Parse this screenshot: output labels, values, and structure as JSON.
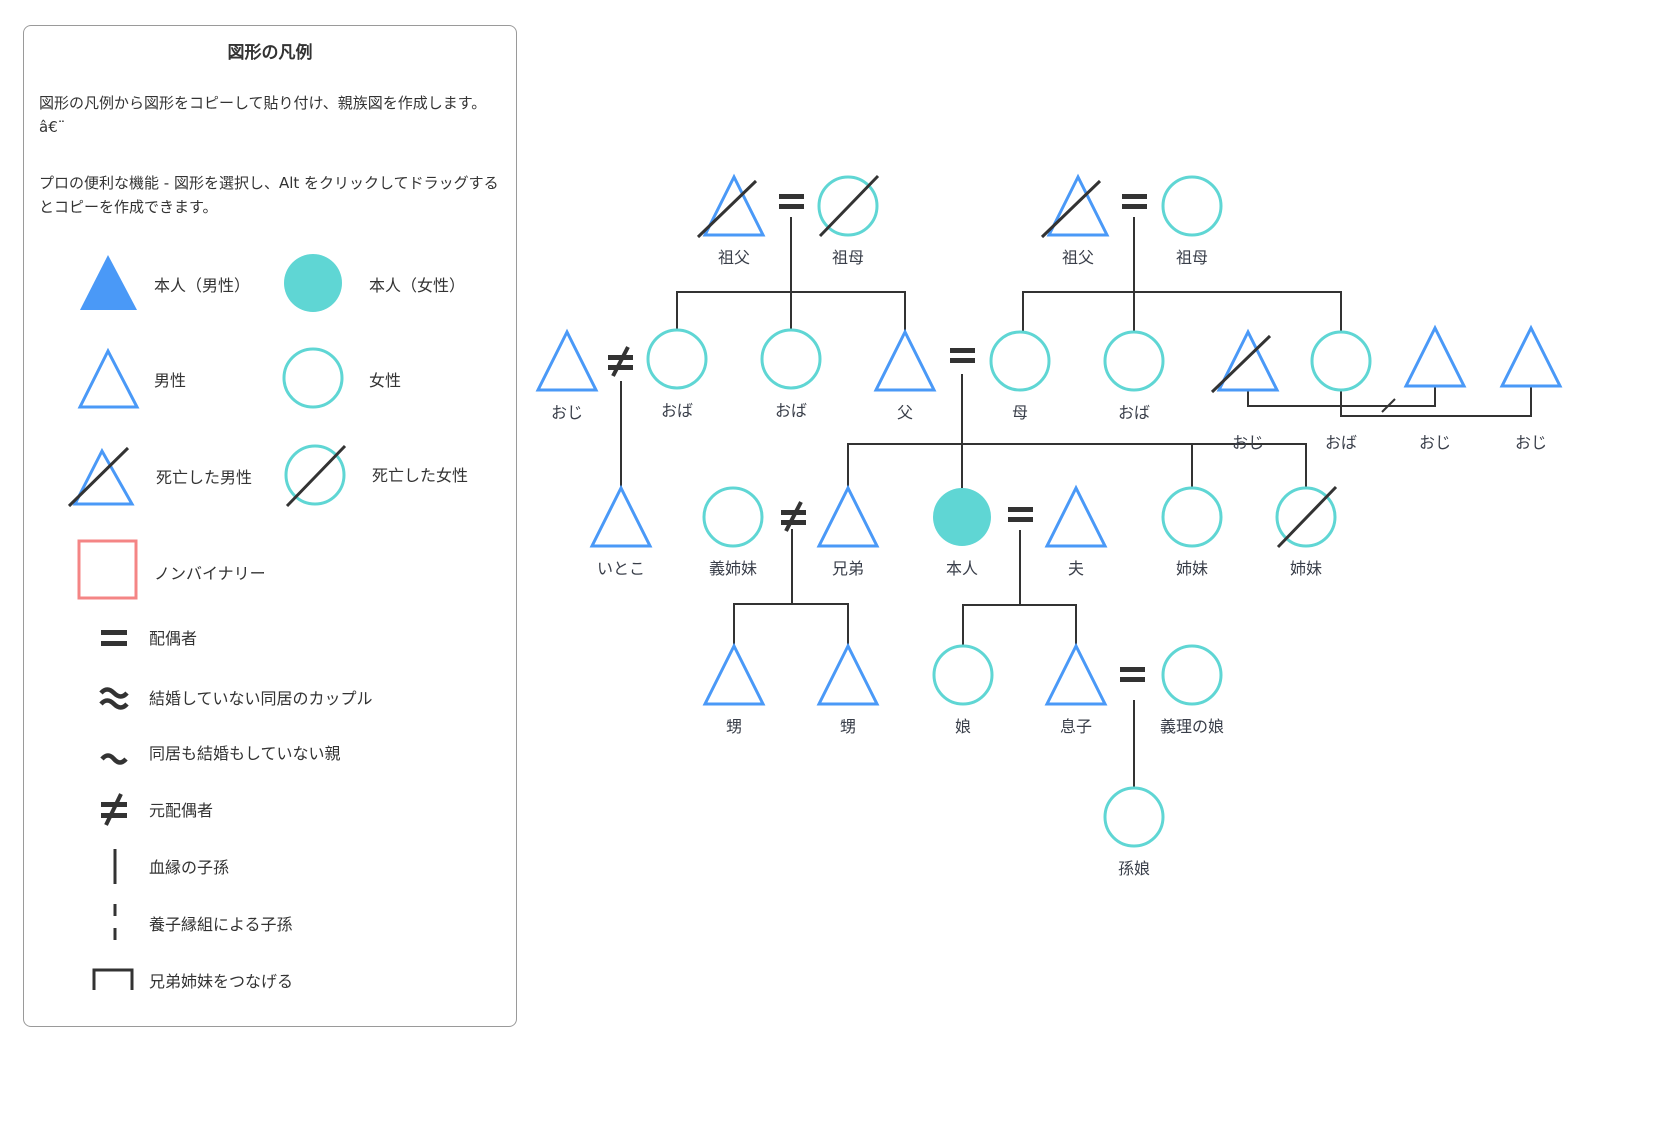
{
  "colors": {
    "male": "#4A99F7",
    "female": "#5FD6D4",
    "nonbinary": "#F48585",
    "line": "#333333"
  },
  "legend": {
    "title": "図形の凡例",
    "description_1": "図形の凡例から図形をコピーして貼り付け、親族図を作成します。â€¨",
    "description_2": "プロの便利な機能 - 図形を選択し、Alt をクリックしてドラッグするとコピーを作成できます。",
    "items": [
      {
        "icon": "filled-triangle-icon",
        "label": "本人（男性）"
      },
      {
        "icon": "filled-circle-icon",
        "label": "本人（女性）"
      },
      {
        "icon": "triangle-icon",
        "label": "男性"
      },
      {
        "icon": "circle-icon",
        "label": "女性"
      },
      {
        "icon": "crossed-triangle-icon",
        "label": "死亡した男性"
      },
      {
        "icon": "crossed-circle-icon",
        "label": "死亡した女性"
      },
      {
        "icon": "square-icon",
        "label": "ノンバイナリー"
      },
      {
        "icon": "equals-icon",
        "label": "配偶者"
      },
      {
        "icon": "approx-icon",
        "label": "結婚していない同居のカップル"
      },
      {
        "icon": "tilde-icon",
        "label": "同居も結婚もしていない親"
      },
      {
        "icon": "not-equal-icon",
        "label": "元配偶者"
      },
      {
        "icon": "solid-line-icon",
        "label": "血縁の子孫"
      },
      {
        "icon": "dashed-line-icon",
        "label": "養子縁組による子孫"
      },
      {
        "icon": "sibling-bracket-icon",
        "label": "兄弟姉妹をつなげる"
      }
    ]
  },
  "tree": {
    "people": [
      {
        "id": "pgf",
        "label": "祖父",
        "sex": "male",
        "deceased": true
      },
      {
        "id": "pgm",
        "label": "祖母",
        "sex": "female",
        "deceased": true
      },
      {
        "id": "mgf",
        "label": "祖父",
        "sex": "male",
        "deceased": true
      },
      {
        "id": "mgm",
        "label": "祖母",
        "sex": "female",
        "deceased": false
      },
      {
        "id": "uncle1",
        "label": "おじ",
        "sex": "male",
        "deceased": false
      },
      {
        "id": "aunt1",
        "label": "おば",
        "sex": "female",
        "deceased": false
      },
      {
        "id": "aunt2",
        "label": "おば",
        "sex": "female",
        "deceased": false
      },
      {
        "id": "father",
        "label": "父",
        "sex": "male",
        "deceased": false
      },
      {
        "id": "mother",
        "label": "母",
        "sex": "female",
        "deceased": false
      },
      {
        "id": "aunt3",
        "label": "おば",
        "sex": "female",
        "deceased": false
      },
      {
        "id": "uncle2",
        "label": "おじ",
        "sex": "male",
        "deceased": true
      },
      {
        "id": "aunt4",
        "label": "おば",
        "sex": "female",
        "deceased": false
      },
      {
        "id": "uncle3",
        "label": "おじ",
        "sex": "male",
        "deceased": false
      },
      {
        "id": "uncle4",
        "label": "おじ",
        "sex": "male",
        "deceased": false
      },
      {
        "id": "cousin",
        "label": "いとこ",
        "sex": "male",
        "deceased": false
      },
      {
        "id": "sil",
        "label": "義姉妹",
        "sex": "female",
        "deceased": false
      },
      {
        "id": "brother",
        "label": "兄弟",
        "sex": "male",
        "deceased": false
      },
      {
        "id": "self",
        "label": "本人",
        "sex": "female",
        "deceased": false,
        "self": true
      },
      {
        "id": "husband",
        "label": "夫",
        "sex": "male",
        "deceased": false
      },
      {
        "id": "sister1",
        "label": "姉妹",
        "sex": "female",
        "deceased": false
      },
      {
        "id": "sister2",
        "label": "姉妹",
        "sex": "female",
        "deceased": true
      },
      {
        "id": "nephew1",
        "label": "甥",
        "sex": "male",
        "deceased": false
      },
      {
        "id": "nephew2",
        "label": "甥",
        "sex": "male",
        "deceased": false
      },
      {
        "id": "daughter",
        "label": "娘",
        "sex": "female",
        "deceased": false
      },
      {
        "id": "son",
        "label": "息子",
        "sex": "male",
        "deceased": false
      },
      {
        "id": "dil",
        "label": "義理の娘",
        "sex": "female",
        "deceased": false
      },
      {
        "id": "granddaughter",
        "label": "孫娘",
        "sex": "female",
        "deceased": false
      }
    ],
    "relations": [
      {
        "type": "spouse",
        "a": "pgf",
        "b": "pgm"
      },
      {
        "type": "spouse",
        "a": "mgf",
        "b": "mgm"
      },
      {
        "type": "ex-spouse",
        "a": "uncle1",
        "b": "aunt1"
      },
      {
        "type": "spouse",
        "a": "father",
        "b": "mother"
      },
      {
        "type": "ex-spouse",
        "a": "sil",
        "b": "brother"
      },
      {
        "type": "spouse",
        "a": "self",
        "b": "husband"
      },
      {
        "type": "spouse",
        "a": "son",
        "b": "dil"
      }
    ]
  }
}
